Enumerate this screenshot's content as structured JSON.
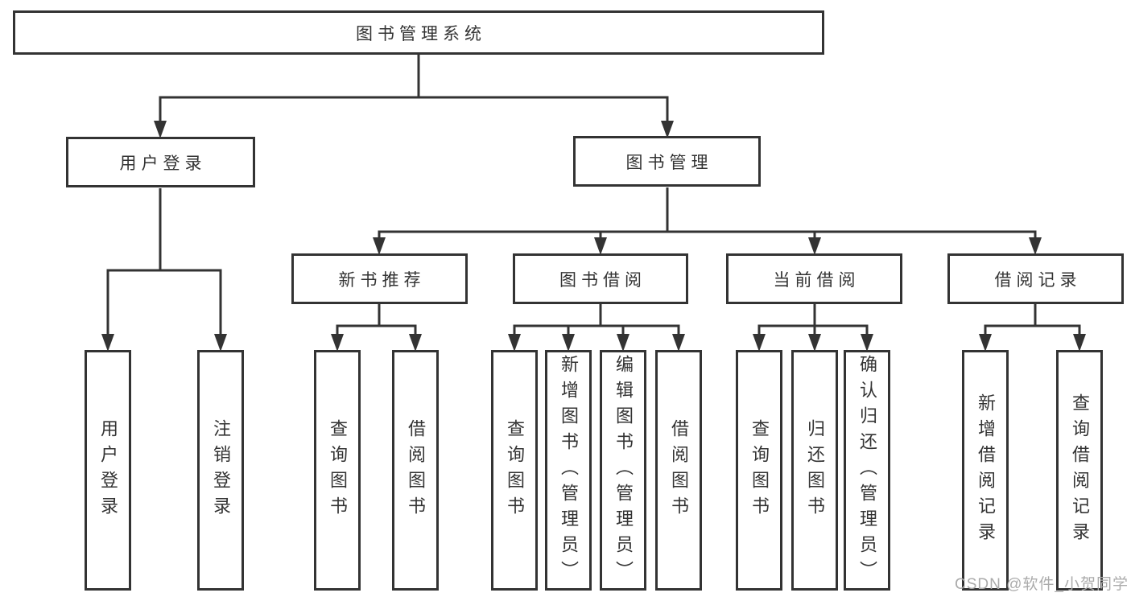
{
  "nodes": {
    "root": {
      "label": "图书管理系统"
    },
    "userLogin": {
      "label": "用户登录",
      "children": [
        {
          "label": "用户登录"
        },
        {
          "label": "注销登录"
        }
      ]
    },
    "bookMgmt": {
      "label": "图书管理",
      "children": [
        {
          "label": "新书推荐",
          "children": [
            {
              "label": "查询图书"
            },
            {
              "label": "借阅图书"
            }
          ]
        },
        {
          "label": "图书借阅",
          "children": [
            {
              "label": "查询图书"
            },
            {
              "label": "新增图书（管理员）"
            },
            {
              "label": "编辑图书（管理员）"
            },
            {
              "label": "借阅图书"
            }
          ]
        },
        {
          "label": "当前借阅",
          "children": [
            {
              "label": "查询图书"
            },
            {
              "label": "归还图书"
            },
            {
              "label": "确认归还（管理员）"
            }
          ]
        },
        {
          "label": "借阅记录",
          "children": [
            {
              "label": "新增借阅记录"
            },
            {
              "label": "查询借阅记录"
            }
          ]
        }
      ]
    }
  },
  "watermark": {
    "text": "CSDN @软件_小贺同学"
  },
  "colors": {
    "line": "#333333",
    "text": "#333333",
    "background": "#ffffff",
    "watermark": "#ababab"
  }
}
